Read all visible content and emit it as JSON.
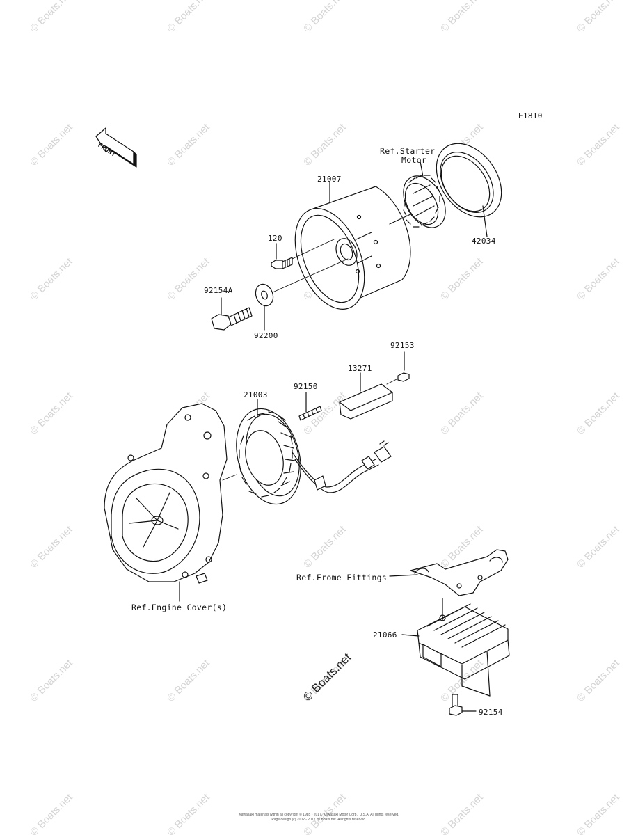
{
  "diagram_code": "E1810",
  "front_arrow_text": "FRONT",
  "labels": {
    "flywheel": "21007",
    "bolt_120": "120",
    "bolt_92154A": "92154A",
    "washer": "92200",
    "starter_clutch_ref": "Ref.Starter",
    "starter_clutch_ref_2": "Motor",
    "ring_gear": "42034",
    "screw_92153": "92153",
    "plate_13271": "13271",
    "stator_21003": "21003",
    "bolt_92150": "92150",
    "engine_cover_ref": "Ref.Engine Cover(s)",
    "frame_fittings_ref": "Ref.Frome Fittings",
    "regulator_21066": "21066",
    "bolt_92154": "92154"
  },
  "watermark_text": "© Boats.net",
  "stamp_text": "© Boats.net",
  "copyright_line1": "Kawasaki materials within all copyright © 1985 - 2017, Kawasaki Motor Corp., U.S.A. All rights reserved.",
  "copyright_line2": "Page design (c) 2002 - 2017 by Boats.net. All rights reserved.",
  "colors": {
    "line": "#111111",
    "watermark": "#d4d4d4"
  }
}
